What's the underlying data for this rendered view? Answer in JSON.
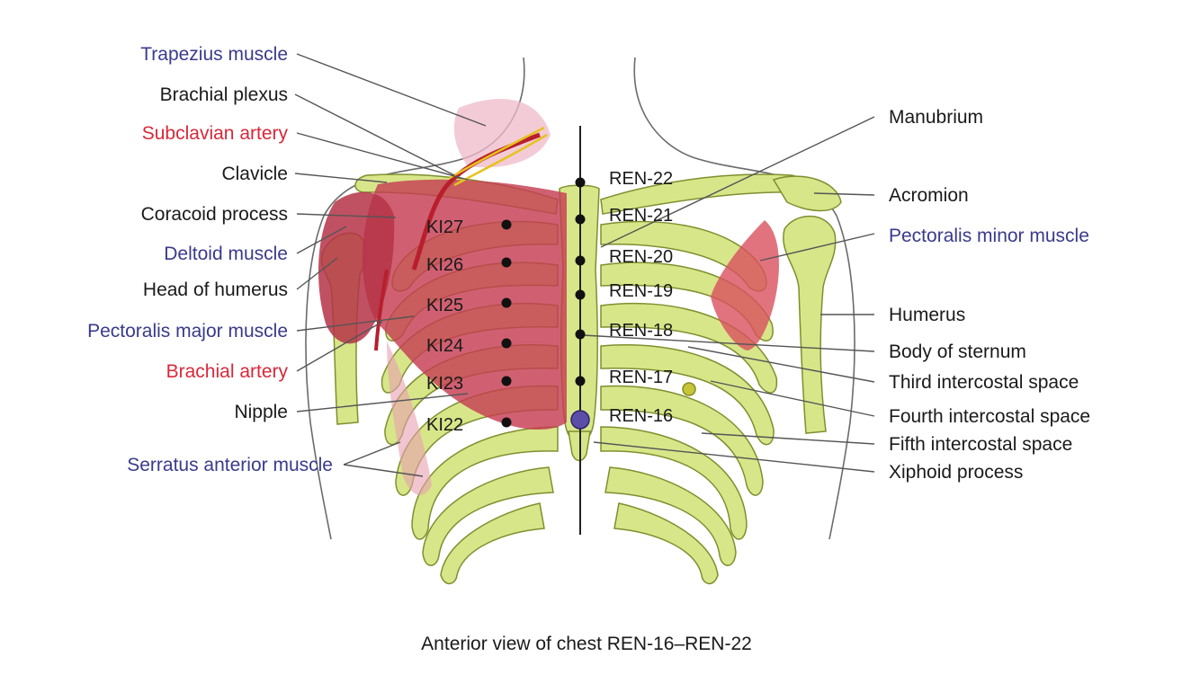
{
  "colors": {
    "black_label": "#1a1a1a",
    "blue_label": "#3a3a8c",
    "red_label": "#d8283a",
    "bone": "#d8e68a",
    "bone_outline": "#7f8f2e",
    "muscle": "#c63d52",
    "muscle_light": "#e7a0b0",
    "leader": "#555555",
    "marker": "#111111",
    "marker_highlight": "#5a4ea6"
  },
  "left_labels": [
    {
      "text": "Trapezius muscle",
      "color": "blue"
    },
    {
      "text": "Brachial plexus",
      "color": "black"
    },
    {
      "text": "Subclavian artery",
      "color": "red"
    },
    {
      "text": "Clavicle",
      "color": "black"
    },
    {
      "text": "Coracoid process",
      "color": "black"
    },
    {
      "text": "Deltoid muscle",
      "color": "blue"
    },
    {
      "text": "Head of humerus",
      "color": "black"
    },
    {
      "text": "Pectoralis major muscle",
      "color": "blue"
    },
    {
      "text": "Brachial artery",
      "color": "red"
    },
    {
      "text": "Nipple",
      "color": "black"
    },
    {
      "text": "Serratus anterior muscle",
      "color": "blue"
    }
  ],
  "right_labels": [
    {
      "text": "Manubrium",
      "color": "black"
    },
    {
      "text": "Acromion",
      "color": "black"
    },
    {
      "text": "Pectoralis minor muscle",
      "color": "blue"
    },
    {
      "text": "Humerus",
      "color": "black"
    },
    {
      "text": "Body of sternum",
      "color": "black"
    },
    {
      "text": "Third intercostal space",
      "color": "black"
    },
    {
      "text": "Fourth intercostal space",
      "color": "black"
    },
    {
      "text": "Fifth intercostal space",
      "color": "black"
    },
    {
      "text": "Xiphoid process",
      "color": "black"
    }
  ],
  "ki_points": [
    "KI27",
    "KI26",
    "KI25",
    "KI24",
    "KI23",
    "KI22"
  ],
  "ren_points": [
    "REN-22",
    "REN-21",
    "REN-20",
    "REN-19",
    "REN-18",
    "REN-17",
    "REN-16"
  ],
  "caption": "Anterior view of chest REN-16–REN-22"
}
